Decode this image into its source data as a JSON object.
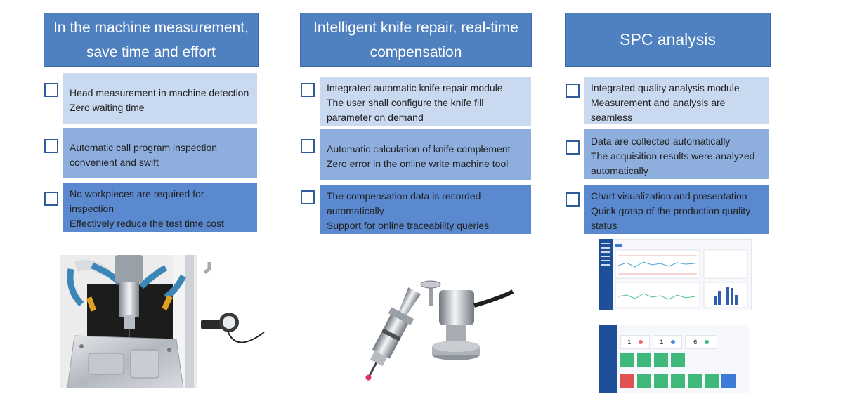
{
  "columns": [
    {
      "title_lines": [
        "In the machine measurement,",
        "save time and effort"
      ],
      "items": [
        {
          "lines": [
            "Head measurement in machine detection",
            "Zero waiting time"
          ]
        },
        {
          "lines": [
            "Automatic call program inspection",
            "convenient and swift"
          ]
        },
        {
          "lines": [
            "No workpieces are required for",
            "inspection",
            "Effectively reduce the test time cost"
          ]
        }
      ]
    },
    {
      "title_lines": [
        "Intelligent knife repair, real-time",
        "compensation"
      ],
      "items": [
        {
          "lines": [
            "Integrated automatic knife repair module",
            "The user shall configure the knife fill",
            "parameter on demand"
          ]
        },
        {
          "lines": [
            "Automatic calculation of knife complement",
            "Zero error in the online write machine tool"
          ]
        },
        {
          "lines": [
            "The compensation data is recorded",
            "automatically",
            "Support for online traceability queries"
          ]
        }
      ]
    },
    {
      "title_lines": [
        "SPC analysis"
      ],
      "items": [
        {
          "lines": [
            "Integrated quality analysis module",
            "Measurement and analysis are",
            "seamless"
          ]
        },
        {
          "lines": [
            "Data are collected automatically",
            "The acquisition results were analyzed",
            "automatically"
          ]
        },
        {
          "lines": [
            "Chart visualization and presentation",
            "Quick grasp of the production quality",
            "status"
          ]
        }
      ]
    }
  ],
  "dashboard": {
    "stat_values": [
      "1",
      "1",
      "6"
    ]
  },
  "colors": {
    "header": "#4f80c0",
    "level1": "#c9d9f0",
    "level2": "#8eaede",
    "level3": "#5b89cf",
    "checkbox_border": "#2e5b9a"
  }
}
